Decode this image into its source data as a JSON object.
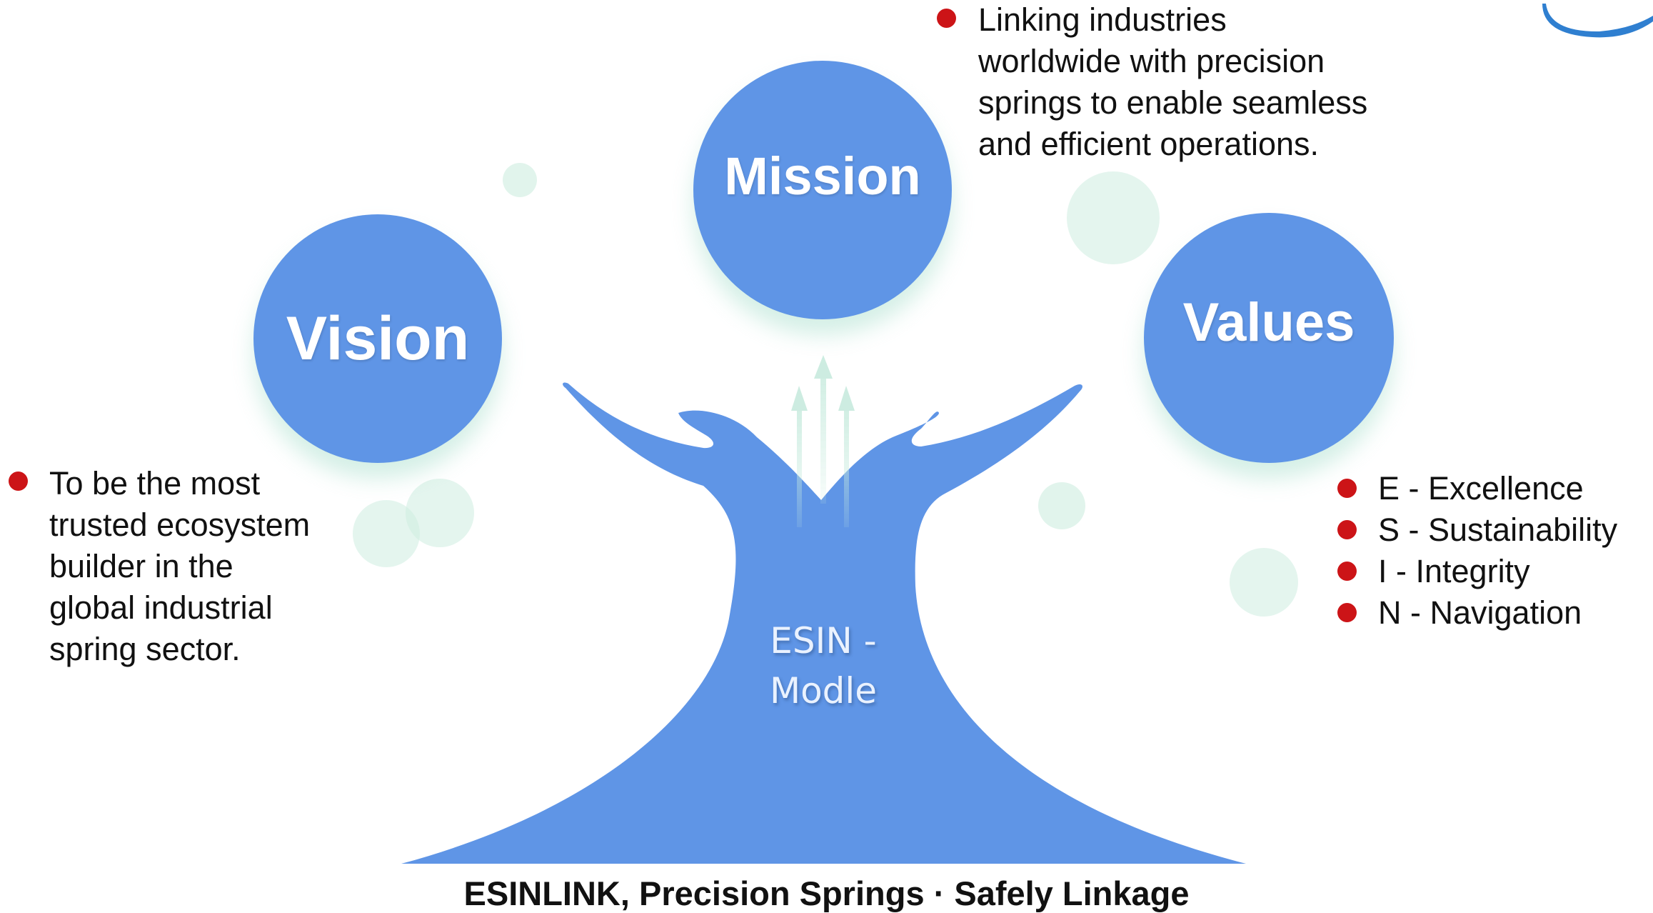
{
  "vision": {
    "title": "Vision",
    "text": "To be the most trusted ecosystem builder in the global industrial spring sector.",
    "lines": [
      "To be the most",
      "trusted ecosystem",
      "builder in the",
      "global industrial",
      "spring sector."
    ]
  },
  "mission": {
    "title": "Mission",
    "text": "Linking industries worldwide with precision springs to enable seamless and efficient operations.",
    "lines": [
      "Linking industries",
      "worldwide with precision",
      "springs to enable seamless",
      "and efficient operations."
    ]
  },
  "values": {
    "title": "Values",
    "items": [
      "E - Excellence",
      "S - Sustainability",
      "I - Integrity",
      "N - Navigation"
    ]
  },
  "trunk_label": {
    "line1": "ESIN -",
    "line2": "Modle"
  },
  "footer": {
    "tagline": "ESINLINK, Precision Springs · Safely Linkage"
  },
  "colors": {
    "circle_fill": "#5f95e6",
    "tree_fill": "#5f95e6",
    "bullet": "#cc1417",
    "deco_circle": "#cdece0",
    "arrow": "#c8ebde",
    "logo_swoosh": "#2f7fd0"
  }
}
